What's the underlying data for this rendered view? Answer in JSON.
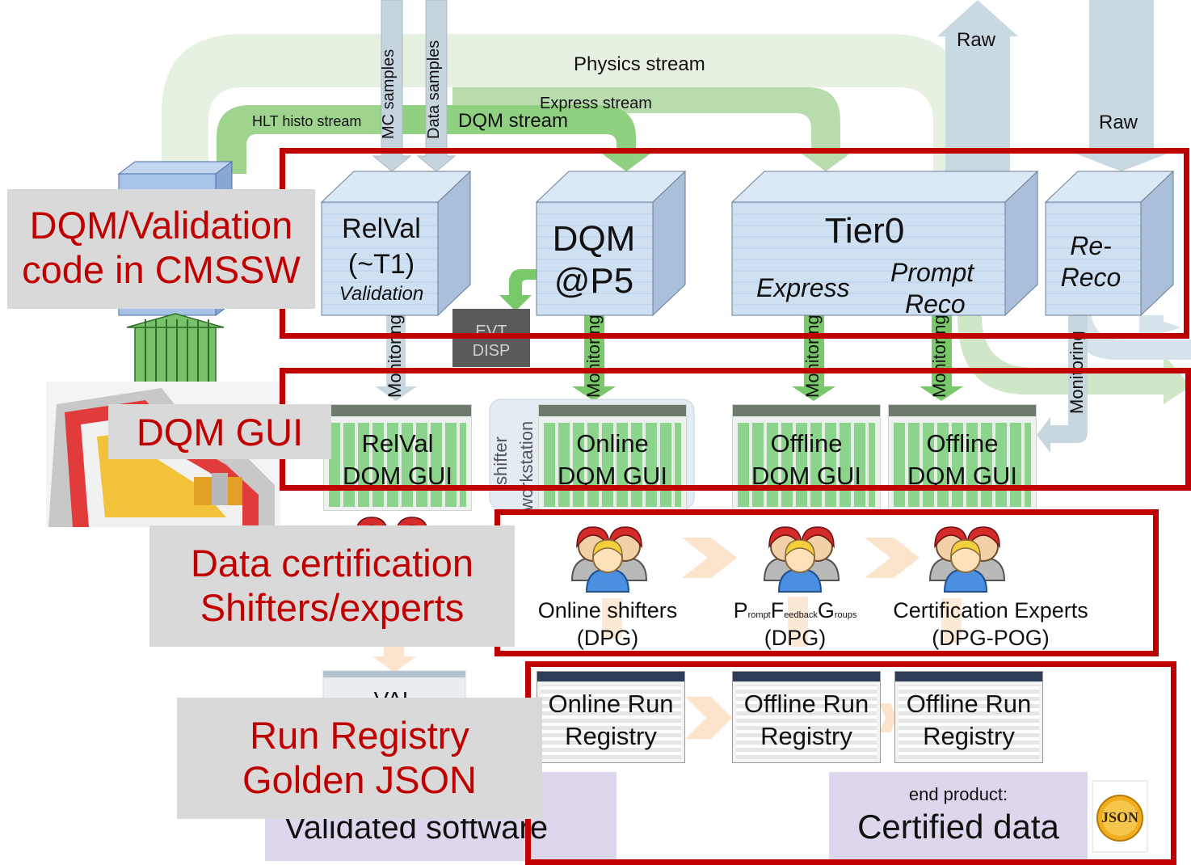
{
  "streams": {
    "physics": "Physics stream",
    "express": "Express stream",
    "hlt_histo": "HLT histo stream",
    "dqm": "DQM stream",
    "mc_samples": "MC samples",
    "data_samples": "Data samples",
    "raw_top": "Raw",
    "raw_right": "Raw"
  },
  "cubes": {
    "relval": {
      "line1": "RelVal",
      "line2": "(~T1)",
      "line3": "Validation"
    },
    "dqmp5": {
      "line1": "DQM",
      "line2": "@P5"
    },
    "tier0": {
      "title": "Tier0",
      "express": "Express",
      "prompt": "Prompt",
      "reco": "Reco"
    },
    "rereco": {
      "line1": "Re-",
      "line2": "Reco"
    }
  },
  "monitoring_label": "Monitoring",
  "evt_disp": {
    "line1": "EVT",
    "line2": "DISP"
  },
  "shifter_workstation": {
    "line1": "shifter",
    "line2": "workstation"
  },
  "guis": [
    {
      "line1": "RelVal",
      "line2": "DQM GUI"
    },
    {
      "line1": "Online",
      "line2": "DQM GUI"
    },
    {
      "line1": "Offline",
      "line2": "DQM GUI"
    },
    {
      "line1": "Offline",
      "line2": "DQM GUI"
    }
  ],
  "certification": {
    "online": {
      "line1": "Online shifters",
      "line2": "(DPG)"
    },
    "pfg": {
      "P": "P",
      "rompt": "rompt",
      "F": "F",
      "eedback": "eedback",
      "G": "G",
      "roups": "roups",
      "line2": "(DPG)"
    },
    "experts": {
      "line1": "Certification Experts",
      "line2": "(DPG-POG)"
    }
  },
  "registries": [
    {
      "line1": "Online Run",
      "line2": "Registry"
    },
    {
      "line1": "Offline Run",
      "line2": "Registry"
    },
    {
      "line1": "Offline Run",
      "line2": "Registry"
    }
  ],
  "val_label": "VAL",
  "validated_software": "Validated software",
  "end_product": {
    "caption": "end product:",
    "title": "Certified data"
  },
  "json_logo": "JSON",
  "callouts": {
    "dqm_validation": {
      "line1": "DQM/Validation",
      "line2": "code in CMSSW"
    },
    "dqm_gui": "DQM GUI",
    "data_cert": {
      "line1": "Data certification",
      "line2": "Shifters/experts"
    },
    "run_registry": {
      "line1": "Run Registry",
      "line2": "Golden JSON"
    }
  },
  "colors": {
    "highlight_red": "#c00000",
    "stream_green": "#8fd081",
    "cube_blue": "#cfe0f3",
    "callout_gray": "#d9d9d9",
    "product_lavender": "#ddd6ec"
  }
}
